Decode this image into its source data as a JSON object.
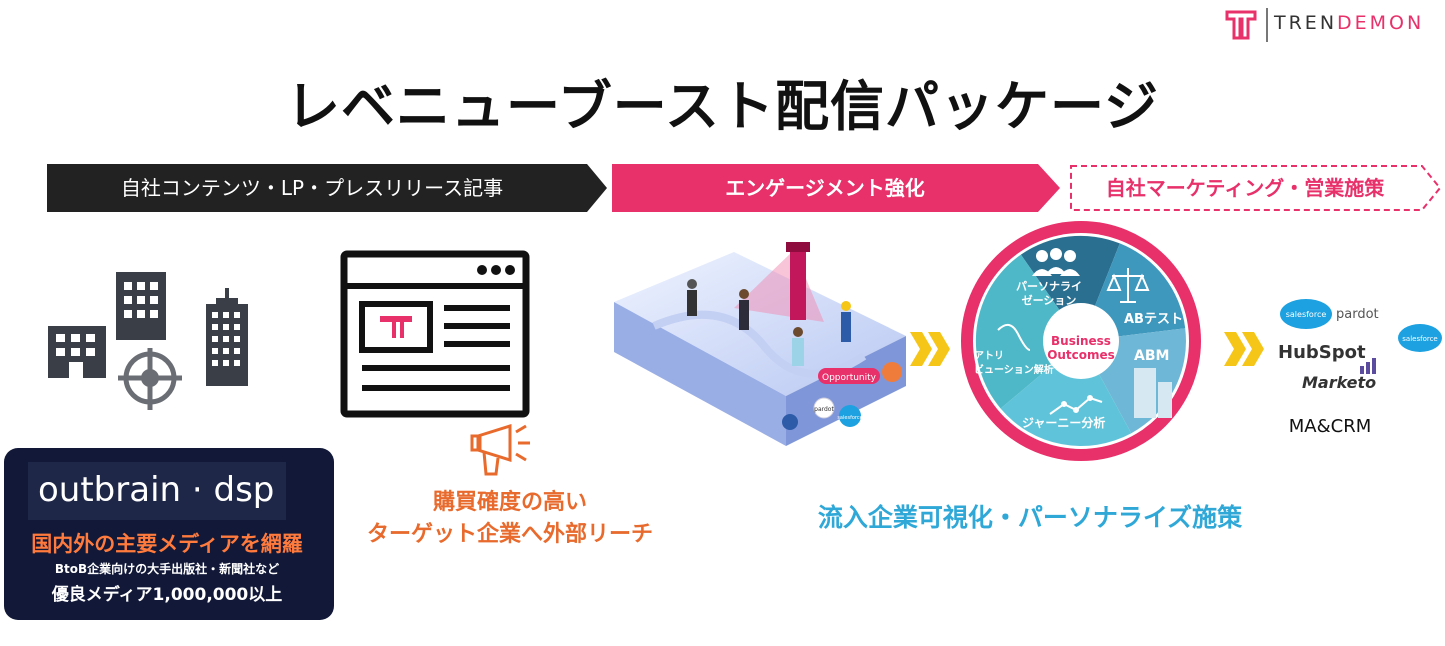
{
  "brand": {
    "name_part1": "TREN",
    "name_part2": "DEMON",
    "accent": "#e8306a"
  },
  "title": "レベニューブースト配信パッケージ",
  "flow": [
    {
      "label": "自社コンテンツ・LP・プレスリリース記事",
      "color": "#222222"
    },
    {
      "label": "エンゲージメント強化",
      "color": "#e8306a"
    },
    {
      "label": "自社マーケティング・営業施策",
      "color": "#e8306a"
    }
  ],
  "outbrain": {
    "logo": "outbrain · dsp",
    "line1": "国内外の主要メディアを網羅",
    "line2": "BtoB企業向けの大手出版社・新聞社など",
    "line3": "優良メディア1,000,000以上"
  },
  "targeting_caption": [
    "購買確度の高い",
    "ターゲット企業へ外部リーチ"
  ],
  "platform_labels": {
    "opportunity": "Opportunity",
    "pardot": "pardot",
    "salesforce": "salesforce"
  },
  "wheel": {
    "center": [
      "Business",
      "Outcomes"
    ],
    "segments": [
      {
        "label": "パーソナライ\nゼーション"
      },
      {
        "label": "ABテスト"
      },
      {
        "label": "ABM"
      },
      {
        "label": "ジャーニー分析"
      },
      {
        "label": "アトリ\nビューション解析"
      }
    ]
  },
  "visualization_caption": "流入企業可視化・パーソナライズ施策",
  "tools": {
    "salesforce": "salesforce",
    "pardot": "pardot",
    "hubspot": "HubSpot",
    "marketo": "Marketo",
    "caption": "MA&CRM"
  },
  "colors": {
    "orange": "#e86a2c",
    "cyan": "#2fa8d8",
    "gold": "#f5c518",
    "navy": "#111838"
  }
}
